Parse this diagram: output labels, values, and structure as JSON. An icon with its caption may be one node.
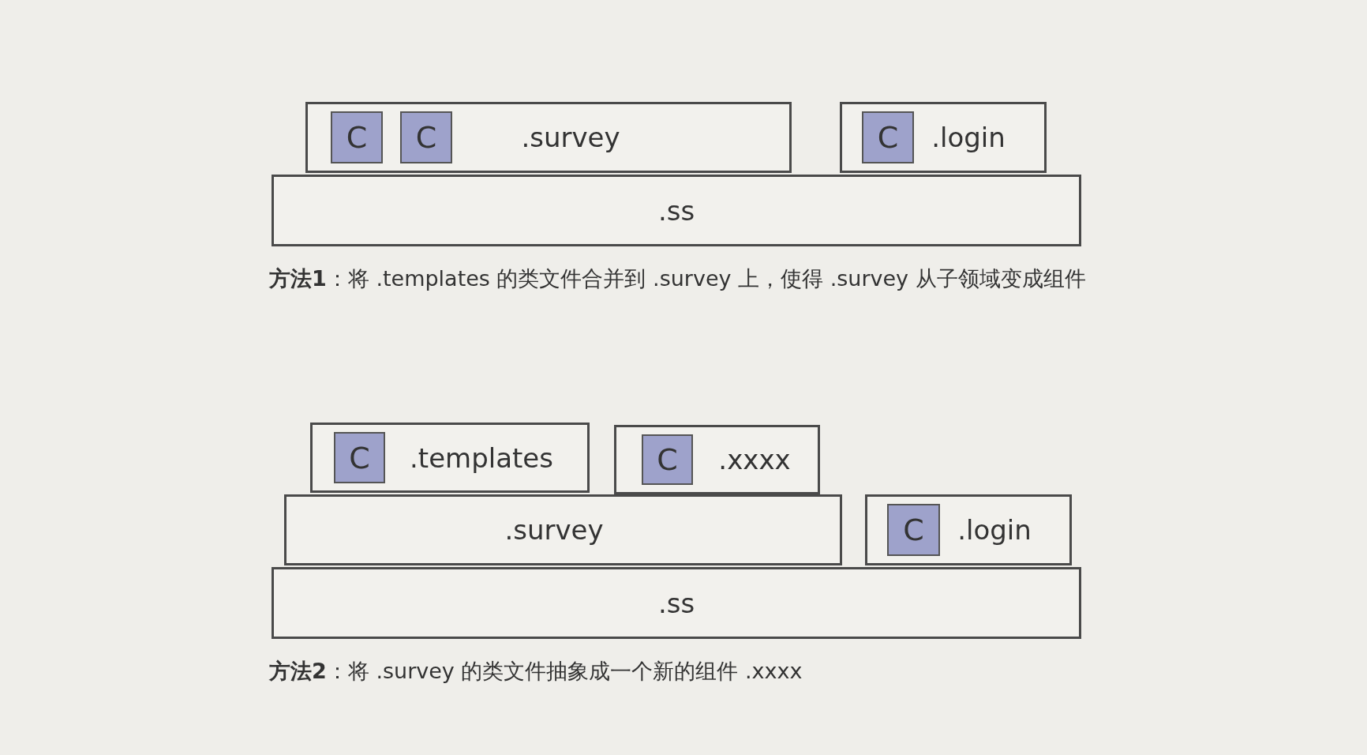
{
  "diagram": {
    "nodes": [
      {
        "text": [
          ".survey"
        ]
      },
      {
        "text": [
          "C"
        ],
        "in": 0
      },
      {
        "text": [
          "C"
        ],
        "in": 0
      },
      {
        "text": [
          ".login"
        ]
      },
      {
        "text": [
          "C"
        ],
        "in": 3
      },
      {
        "text": [
          ".ss"
        ]
      },
      {
        "text": [
          ".templates"
        ]
      },
      {
        "text": [
          "C"
        ],
        "in": 6
      },
      {
        "text": [
          ".xxxx"
        ]
      },
      {
        "text": [
          "C"
        ],
        "in": 8
      },
      {
        "text": [
          ".survey"
        ]
      },
      {
        "text": [
          ".login"
        ]
      },
      {
        "text": [
          "C"
        ],
        "in": 11
      },
      {
        "text": [
          ".ss"
        ]
      }
    ],
    "labels": [
      "**方法1**：将 .templates 的类文件合并到 .survey 上，使得 .survey 从子领域变成组件",
      "**方法2**：将 .survey 的类文件抽象成一个新的组件 .xxxx"
    ]
  }
}
